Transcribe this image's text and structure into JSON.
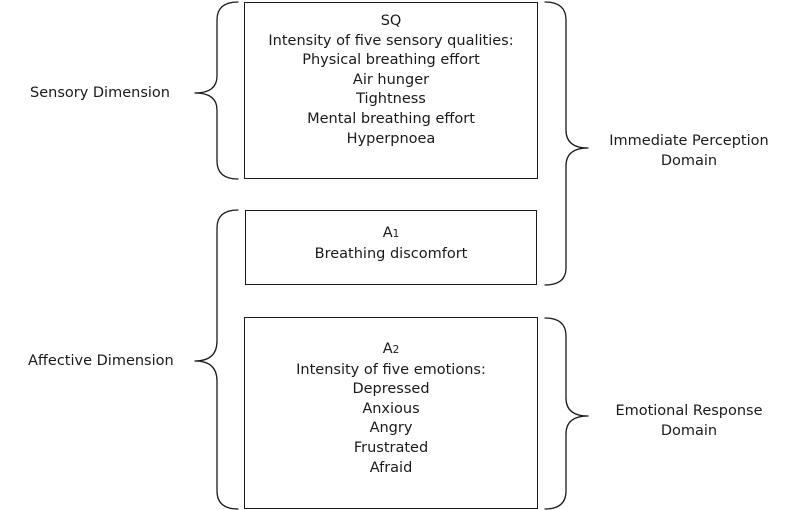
{
  "boxes": {
    "sq": {
      "title": "SQ",
      "heading": "Intensity of five sensory qualities:",
      "items": [
        "Physical breathing effort",
        "Air hunger",
        "Tightness",
        "Mental breathing effort",
        "Hyperpnoea"
      ]
    },
    "a1": {
      "title": "A",
      "title_subscript": "1",
      "item": "Breathing discomfort"
    },
    "a2": {
      "title": "A",
      "title_subscript": "2",
      "heading": "Intensity of five emotions:",
      "items": [
        "Depressed",
        "Anxious",
        "Angry",
        "Frustrated",
        "Afraid"
      ]
    }
  },
  "dimensions": {
    "sensory": "Sensory Dimension",
    "affective": "Affective Dimension"
  },
  "domains": {
    "immediate_perception": [
      "Immediate Perception",
      "Domain"
    ],
    "emotional_response": [
      "Emotional Response",
      "Domain"
    ]
  },
  "colors": {
    "stroke": "#1a1a1a",
    "text": "#1a1a1a",
    "background": "#ffffff"
  }
}
